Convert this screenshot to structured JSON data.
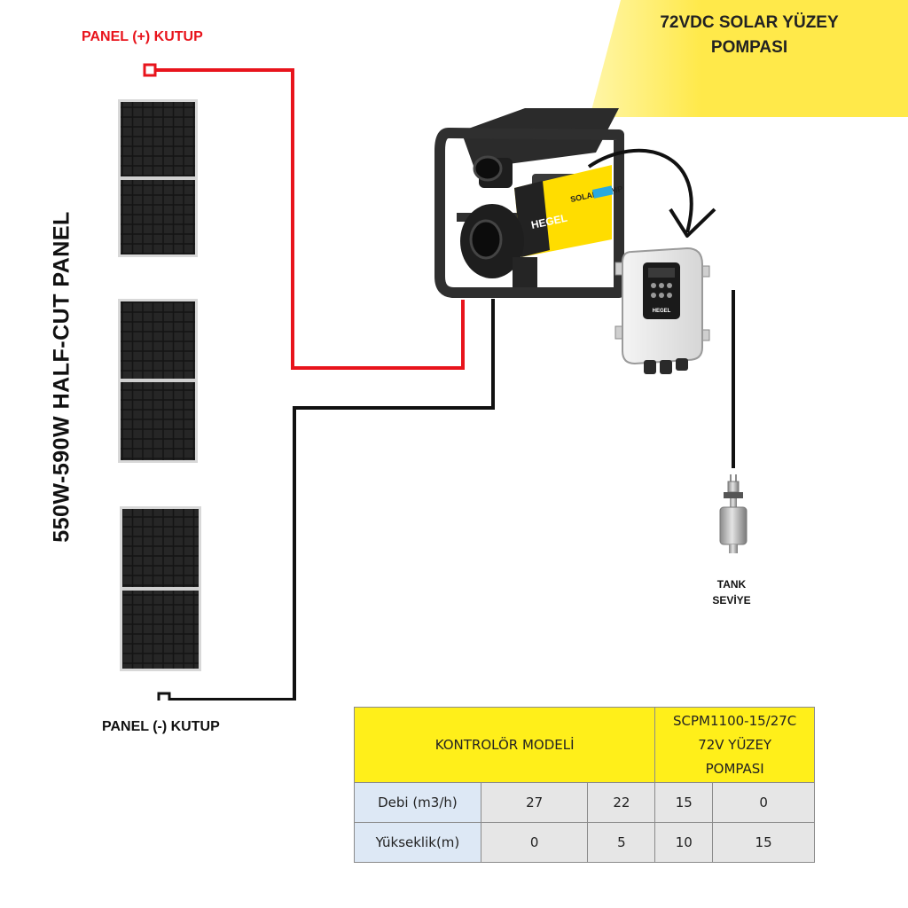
{
  "banner": {
    "line1": "72VDC SOLAR YÜZEY",
    "line2": "POMPASI"
  },
  "panels": {
    "positive_label": "PANEL (+) KUTUP",
    "negative_label": "PANEL (-) KUTUP",
    "vertical_title": "550W-590W HALF-CUT PANEL",
    "count": 3
  },
  "pump": {
    "brand": "HEGEL",
    "model_text": "SOLAR PUMP"
  },
  "controller": {
    "brand": "HEGEL"
  },
  "tank_sensor": {
    "line1": "TANK",
    "line2": "SEVİYE"
  },
  "table": {
    "header_left": "KONTROLÖR MODELİ",
    "model": {
      "line1": "SCPM1100-15/27C",
      "line2": "72V YÜZEY",
      "line3": "POMPASI"
    },
    "rows": [
      {
        "label": "Debi (m3/h)",
        "values": [
          "27",
          "22",
          "15",
          "0"
        ]
      },
      {
        "label": "Yükseklik(m)",
        "values": [
          "0",
          "5",
          "10",
          "15"
        ]
      }
    ]
  },
  "colors": {
    "positive_wire": "#e8141c",
    "negative_wire": "#111111",
    "banner_yellow": "#ffe94a",
    "table_yellow": "#ffef1a",
    "table_label_blue": "#dde8f5",
    "table_value_grey": "#e6e6e6"
  }
}
